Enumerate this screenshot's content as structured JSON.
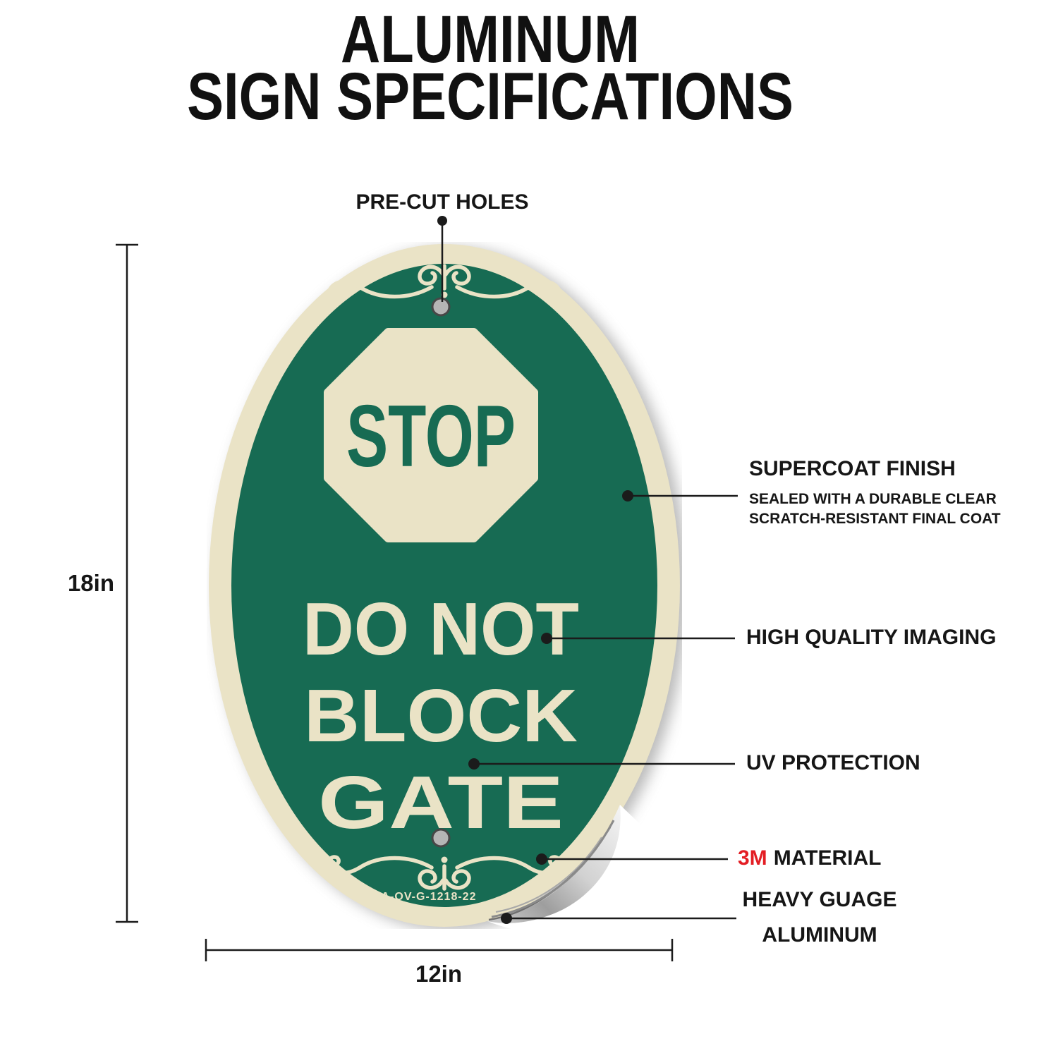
{
  "page": {
    "title_line1": "ALUMINUM",
    "title_line2": "SIGN SPECIFICATIONS"
  },
  "sign": {
    "stop_text": "STOP",
    "message_line1": "DO NOT",
    "message_line2": "BLOCK",
    "message_line3": "GATE",
    "model_number": "A-OV-G-1218-22",
    "colors": {
      "sign_green": "#176B53",
      "sign_cream": "#EAE3C6",
      "accent_red": "#E31E24",
      "text_black": "#161616"
    }
  },
  "dimensions": {
    "height_label": "18in",
    "width_label": "12in"
  },
  "callouts": {
    "precut_holes": "PRE-CUT HOLES",
    "supercoat": {
      "title": "SUPERCOAT FINISH",
      "subtitle_line1": "SEALED WITH A DURABLE CLEAR",
      "subtitle_line2": "SCRATCH-RESISTANT FINAL COAT"
    },
    "imaging": "HIGH QUALITY IMAGING",
    "uv": "UV PROTECTION",
    "material": {
      "brand": "3M",
      "label": "MATERIAL"
    },
    "gauge": {
      "line1": "HEAVY GUAGE",
      "line2": "ALUMINUM"
    }
  }
}
